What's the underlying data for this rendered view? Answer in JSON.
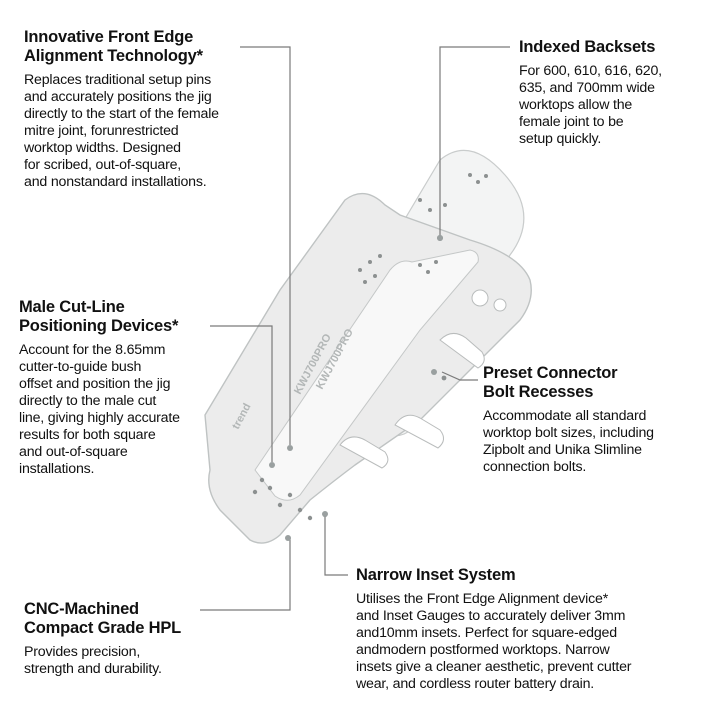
{
  "callouts": {
    "front_edge": {
      "title_lines": [
        "Innovative Front Edge",
        "Alignment Technology*"
      ],
      "body": "Replaces traditional setup pins\nand accurately positions the jig\ndirectly to the start of the female\nmitre joint, forunrestricted\nworktop widths. Designed\nfor scribed, out-of-square,\nand nonstandard installations."
    },
    "indexed_backsets": {
      "title_lines": [
        "Indexed Backsets"
      ],
      "body": "For 600, 610, 616, 620,\n635, and 700mm wide\nworktops allow the\nfemale joint to be\nsetup quickly."
    },
    "male_cut_line": {
      "title_lines": [
        "Male Cut-Line",
        "Positioning Devices*"
      ],
      "body": "Account for the 8.65mm\ncutter-to-guide bush\noffset and position the jig\ndirectly to the male cut\nline, giving highly accurate\nresults for both square\nand out-of-square\ninstallations."
    },
    "preset_connector": {
      "title_lines": [
        "Preset Connector",
        "Bolt Recesses"
      ],
      "body": "Accommodate all standard\nworktop bolt sizes, including\nZipbolt and Unika Slimline\nconnection bolts."
    },
    "narrow_inset": {
      "title_lines": [
        "Narrow Inset System"
      ],
      "body": "Utilises the Front Edge Alignment device*\nand Inset Gauges to accurately deliver 3mm\nand10mm insets. Perfect for square-edged\nandmodern postformed worktops. Narrow\ninsets give a cleaner aesthetic, prevent cutter\nwear, and cordless router battery drain."
    },
    "cnc_machined": {
      "title_lines": [
        "CNC-Machined",
        "Compact Grade HPL"
      ],
      "body": "Provides precision,\nstrength and durability."
    }
  },
  "jig": {
    "engraved_texts": [
      "KWJ700PRO",
      "KWJ700PRO",
      "trend"
    ]
  }
}
